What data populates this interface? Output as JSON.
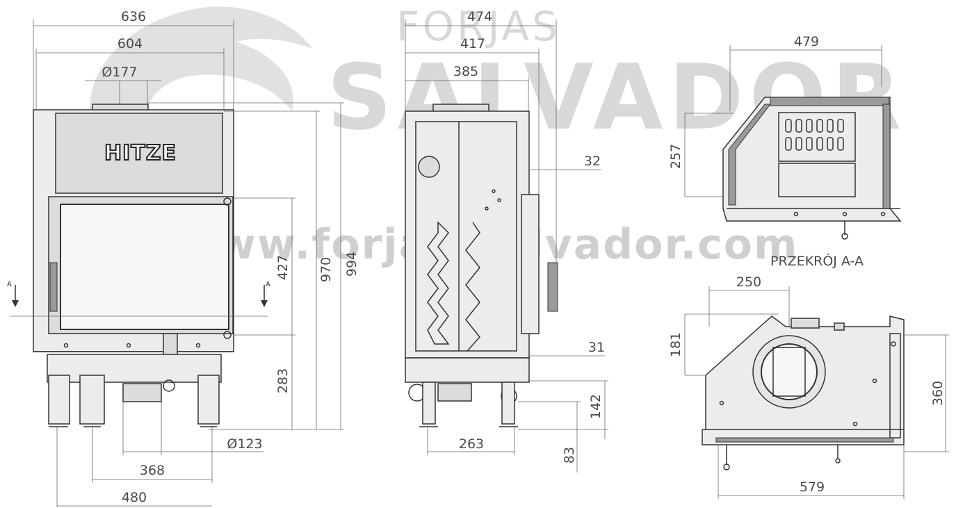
{
  "watermark": {
    "brand_top": "FORJAS",
    "brand_main": "SALVADOR",
    "url": "www.forjas-salvador.com"
  },
  "product": {
    "logo": "HITZE"
  },
  "front_view": {
    "dims": {
      "width_outer": "636",
      "width_inner": "604",
      "flue_diameter": "Ø177",
      "height_total": "994",
      "height_body": "970",
      "door_height": "427",
      "base_height": "283",
      "air_intake": "Ø123",
      "legs_span": "368",
      "base_width": "480"
    },
    "section_mark": "A"
  },
  "side_view": {
    "dims": {
      "depth_outer": "474",
      "depth_mid": "417",
      "depth_inner": "385",
      "top_offset": "32",
      "bottom_offset": "31",
      "inlet_height": "142",
      "inlet_bottom": "83",
      "legs_depth": "263"
    }
  },
  "section_view": {
    "title": "PRZEKRÓJ A-A",
    "dims": {
      "width": "479",
      "height": "257"
    }
  },
  "top_view": {
    "dims": {
      "offset_x": "250",
      "offset_y": "181",
      "depth": "360",
      "width": "579"
    }
  }
}
